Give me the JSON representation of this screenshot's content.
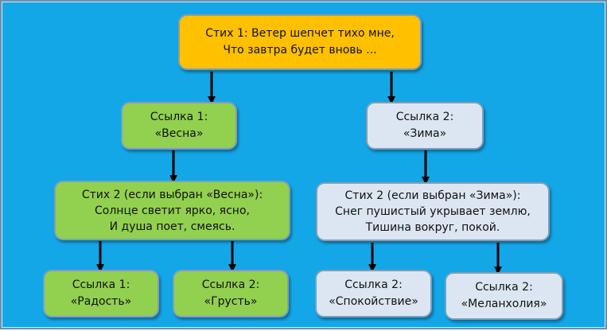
{
  "diagram": {
    "root": {
      "line1": "Стих 1: Ветер шепчет тихо мне,",
      "line2": "Что завтра будет вновь ..."
    },
    "link_spring": {
      "line1": "Ссылка 1:",
      "line2": "«Весна»"
    },
    "link_winter": {
      "line1": "Ссылка 2:",
      "line2": "«Зима»"
    },
    "verse2_spring": {
      "line1": "Стих 2 (если выбран «Весна»):",
      "line2": "Солнце светит ярко, ясно,",
      "line3": "И душа поет, смеясь."
    },
    "verse2_winter": {
      "line1": "Стих 2 (если выбран «Зима»):",
      "line2": "Снег пушистый укрывает землю,",
      "line3": "Тишина вокруг, покой."
    },
    "link_joy": {
      "line1": "Ссылка 1:",
      "line2": "«Радость»"
    },
    "link_sadness": {
      "line1": "Ссылка 2:",
      "line2": "«Грусть»"
    },
    "link_calm": {
      "line1": "Ссылка 2:",
      "line2": "«Спокойствие»"
    },
    "link_melancholy": {
      "line1": "Ссылка 2:",
      "line2": "«Меланхолия»"
    }
  },
  "colors": {
    "background": "#13a7e8",
    "root_fill": "#ffc000",
    "green_fill": "#92d050",
    "blue_fill": "#dce6f2",
    "arrow": "#000000"
  }
}
